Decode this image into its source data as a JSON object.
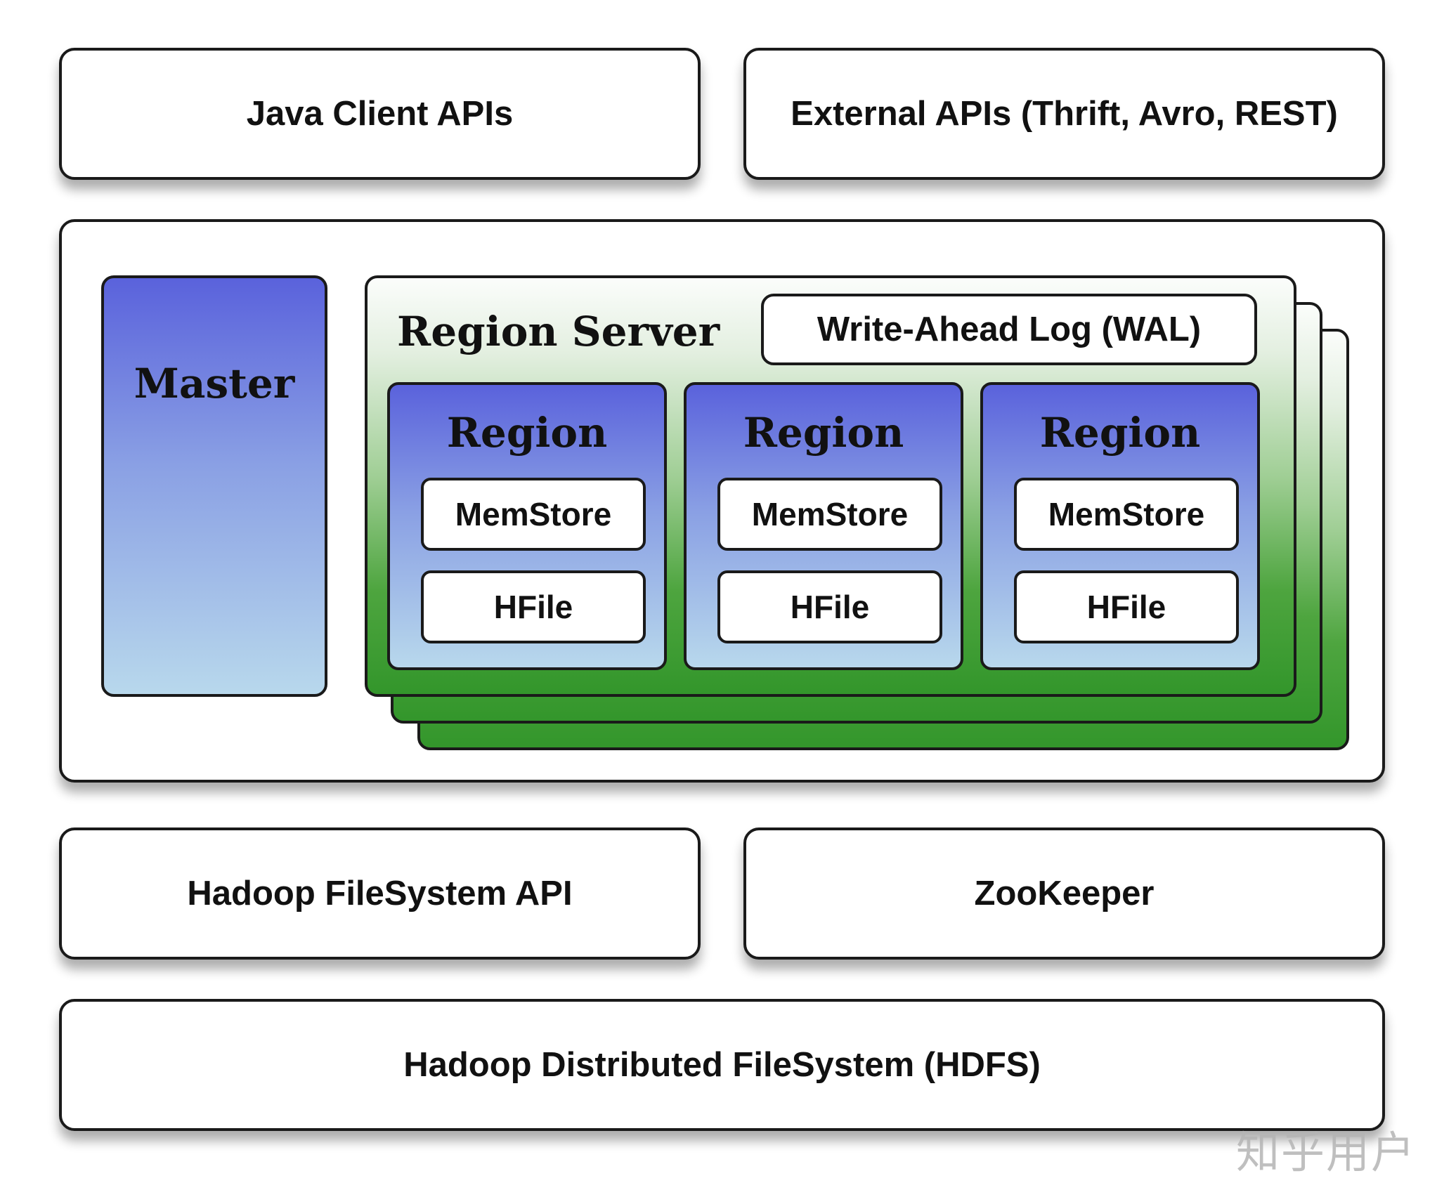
{
  "top_row": {
    "java_client_apis": "Java Client APIs",
    "external_apis": "External APIs (Thrift, Avro, REST)"
  },
  "core": {
    "master": "Master",
    "region_server": "Region Server",
    "wal": "Write-Ahead Log (WAL)",
    "regions": [
      {
        "title": "Region",
        "memstore": "MemStore",
        "hfile": "HFile"
      },
      {
        "title": "Region",
        "memstore": "MemStore",
        "hfile": "HFile"
      },
      {
        "title": "Region",
        "memstore": "MemStore",
        "hfile": "HFile"
      }
    ]
  },
  "bottom_row": {
    "hadoop_fs_api": "Hadoop FileSystem API",
    "zookeeper": "ZooKeeper"
  },
  "hdfs": "Hadoop Distributed FileSystem (HDFS)",
  "watermark": "知乎用户"
}
